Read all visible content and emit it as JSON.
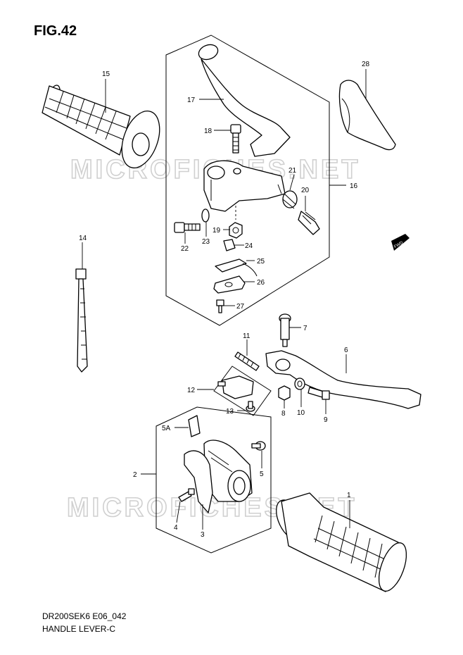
{
  "figure": {
    "title": "FIG.42"
  },
  "footer": {
    "model_code": "DR200SEK6 E06_042",
    "section_name": "HANDLE LEVER-C"
  },
  "watermark": {
    "text": "MICROFICHES.NET"
  },
  "fwd_badge": {
    "text": "FWD"
  },
  "callouts": {
    "p1": "1",
    "p2": "2",
    "p3": "3",
    "p4": "4",
    "p5": "5",
    "p5a": "5A",
    "p6": "6",
    "p7": "7",
    "p8": "8",
    "p9": "9",
    "p10": "10",
    "p11": "11",
    "p12": "12",
    "p13": "13",
    "p14": "14",
    "p15": "15",
    "p16": "16",
    "p17": "17",
    "p18": "18",
    "p19": "19",
    "p20": "20",
    "p21": "21",
    "p22": "22",
    "p23": "23",
    "p24": "24",
    "p25": "25",
    "p26": "26",
    "p27": "27",
    "p28": "28"
  }
}
